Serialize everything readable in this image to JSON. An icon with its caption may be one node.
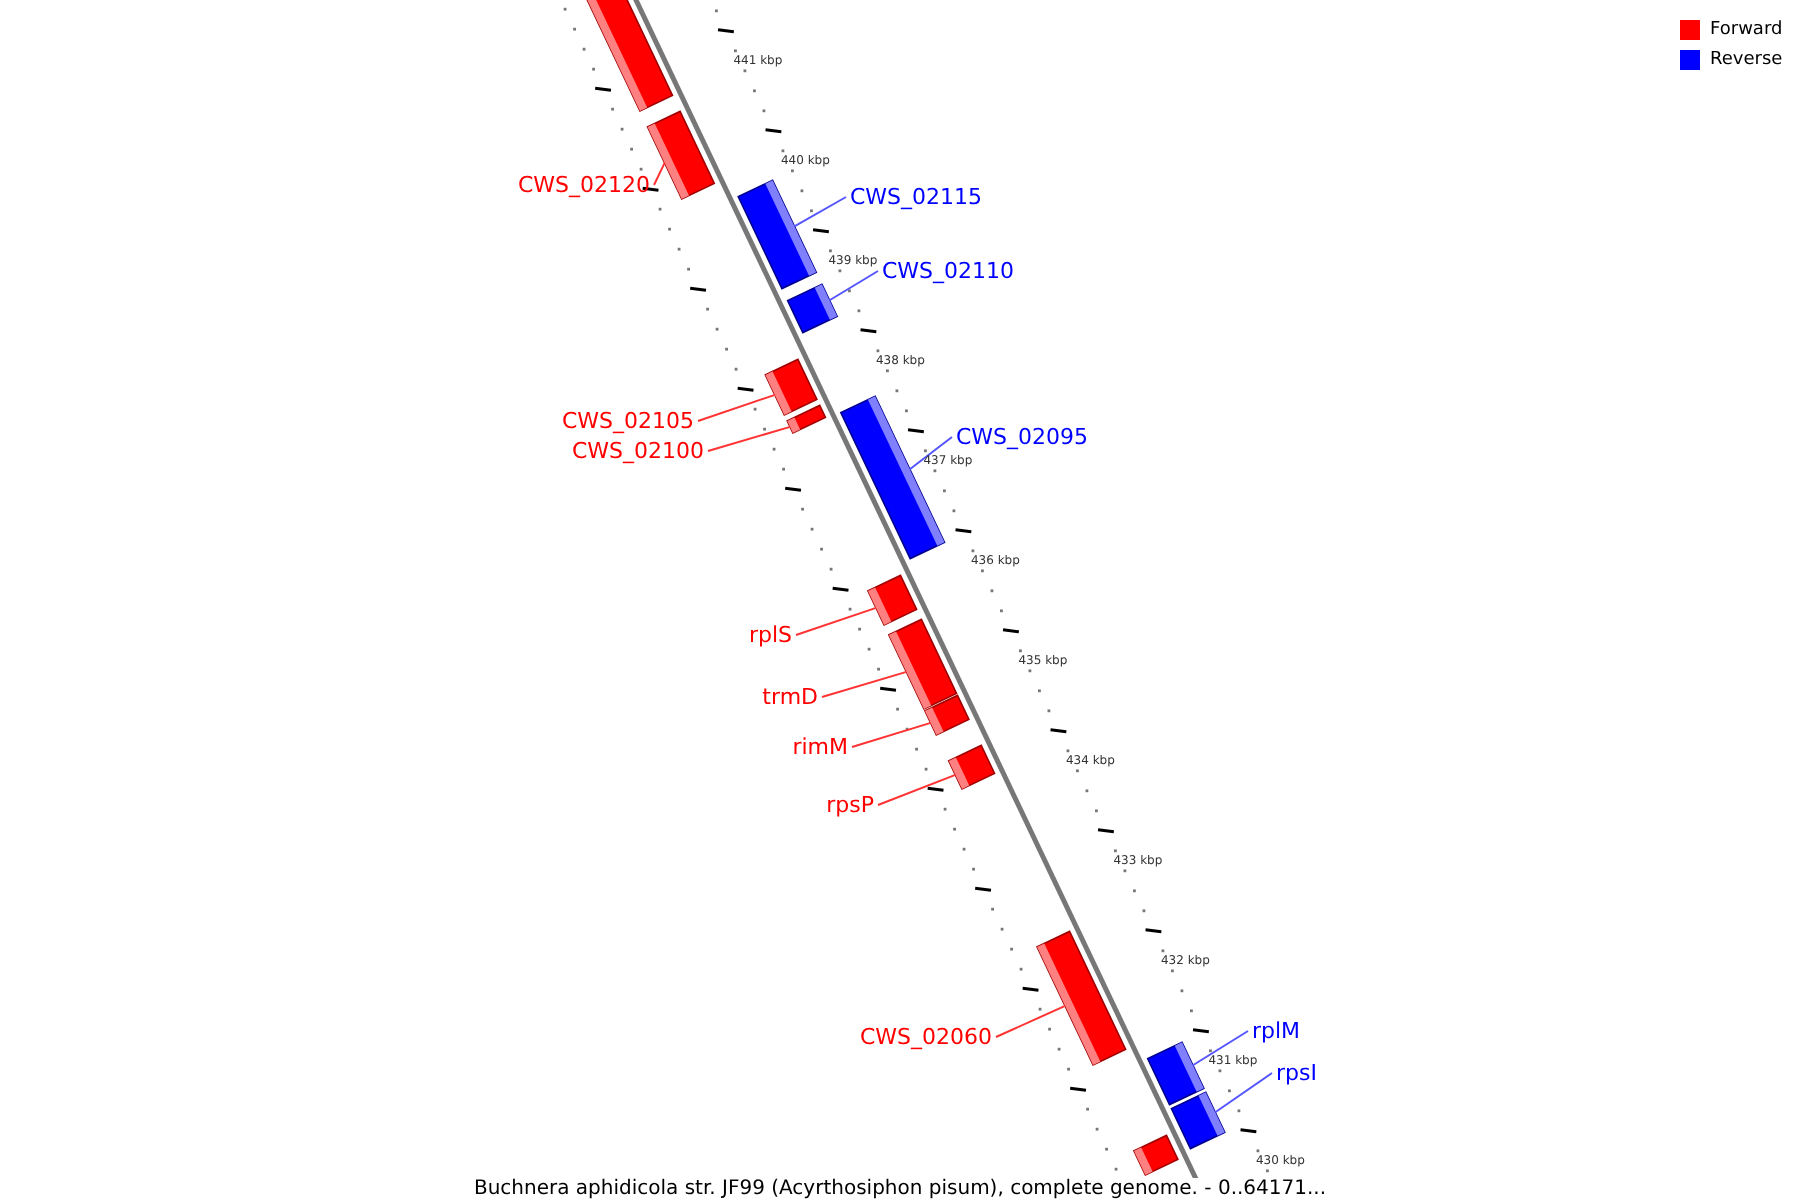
{
  "diagram": {
    "caption": "Buchnera aphidicola str. JF99 (Acyrthosiphon pisum), complete genome. - 0..64171...",
    "nodes": [
      {
        "text": [],
        "shape": "bar"
      },
      {
        "text": [
          "CWS_02120"
        ]
      },
      {
        "text": [],
        "shape": "bar"
      },
      {
        "text": [
          "CWS_02115"
        ]
      },
      {
        "text": [],
        "shape": "bar"
      },
      {
        "text": [
          "CWS_02110"
        ]
      },
      {
        "text": [],
        "shape": "bar"
      },
      {
        "text": [
          "CWS_02105"
        ]
      },
      {
        "text": [],
        "shape": "bar"
      },
      {
        "text": [
          "CWS_02100"
        ]
      },
      {
        "text": [],
        "shape": "bar"
      },
      {
        "text": [
          "CWS_02095"
        ]
      },
      {
        "text": [],
        "shape": "bar"
      },
      {
        "text": [
          "rplS"
        ]
      },
      {
        "text": [],
        "shape": "bar"
      },
      {
        "text": [
          "trmD"
        ]
      },
      {
        "text": [],
        "shape": "bar"
      },
      {
        "text": [
          "rimM"
        ]
      },
      {
        "text": [],
        "shape": "bar"
      },
      {
        "text": [
          "rpsP"
        ]
      },
      {
        "text": [],
        "shape": "bar"
      },
      {
        "text": [
          "CWS_02060"
        ]
      },
      {
        "text": [],
        "shape": "bar"
      },
      {
        "text": [
          "rplM"
        ]
      },
      {
        "text": [],
        "shape": "bar"
      },
      {
        "text": [
          "rpsI"
        ]
      },
      {
        "text": [],
        "shape": "bar"
      },
      {
        "text": [],
        "shape": "bar"
      }
    ],
    "edges": [
      {
        "from": 1,
        "to": 2,
        "arrow": "none"
      },
      {
        "from": 3,
        "to": 4,
        "arrow": "none",
        "color": "#5555ff"
      },
      {
        "from": 5,
        "to": 6,
        "arrow": "none",
        "color": "#5555ff"
      },
      {
        "from": 7,
        "to": 8,
        "arrow": "none"
      },
      {
        "from": 9,
        "to": 10,
        "arrow": "none"
      },
      {
        "from": 11,
        "to": 12,
        "arrow": "none",
        "color": "#5555ff"
      },
      {
        "from": 13,
        "to": 14,
        "arrow": "none"
      },
      {
        "from": 15,
        "to": 16,
        "arrow": "none"
      },
      {
        "from": 17,
        "to": 18,
        "arrow": "none"
      },
      {
        "from": 19,
        "to": 20,
        "arrow": "none"
      },
      {
        "from": 21,
        "to": 22,
        "arrow": "none"
      },
      {
        "from": 23,
        "to": 24,
        "arrow": "none",
        "color": "#5555ff"
      },
      {
        "from": 25,
        "to": 26,
        "arrow": "none",
        "color": "#5555ff"
      }
    ],
    "labels": [
      "441 kbp",
      "440 kbp",
      "439 kbp",
      "438 kbp",
      "437 kbp",
      "436 kbp",
      "435 kbp",
      "434 kbp",
      "433 kbp",
      "432 kbp",
      "431 kbp",
      "430 kbp"
    ],
    "legend": [
      {
        "text": "Forward",
        "color": "#ff0000"
      },
      {
        "text": "Reverse",
        "color": "#0000ff"
      }
    ]
  }
}
